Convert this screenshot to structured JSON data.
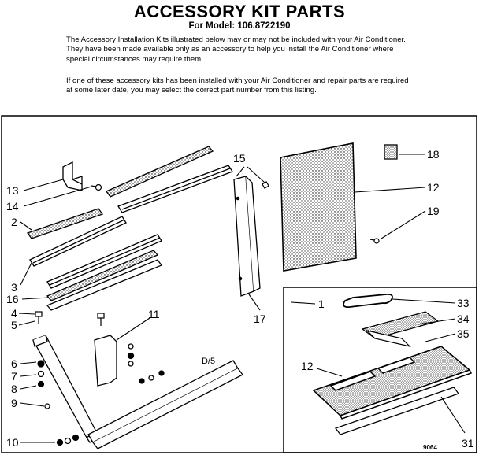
{
  "header": {
    "title": "ACCESSORY KIT PARTS",
    "model_line": "For Model: 106.8722190"
  },
  "intro": {
    "paragraph1": "The Accessory Installation Kits illustrated below may or may not be included with your Air Conditioner. They have been made available only as an accessory to help you install the Air Conditioner where special circumstances may require them.",
    "paragraph2": "If one of these accessory kits has been installed with your Air Conditioner and repair parts are required at some later date, you may select the correct part number from this listing."
  },
  "diagram": {
    "callouts": [
      "13",
      "14",
      "2",
      "3",
      "16",
      "4",
      "5",
      "6",
      "7",
      "8",
      "9",
      "10",
      "11",
      "15",
      "17",
      "18",
      "12",
      "19",
      "1",
      "33",
      "34",
      "35",
      "12",
      "31"
    ],
    "page_mark": "D/5",
    "drawing_number": "9064"
  }
}
